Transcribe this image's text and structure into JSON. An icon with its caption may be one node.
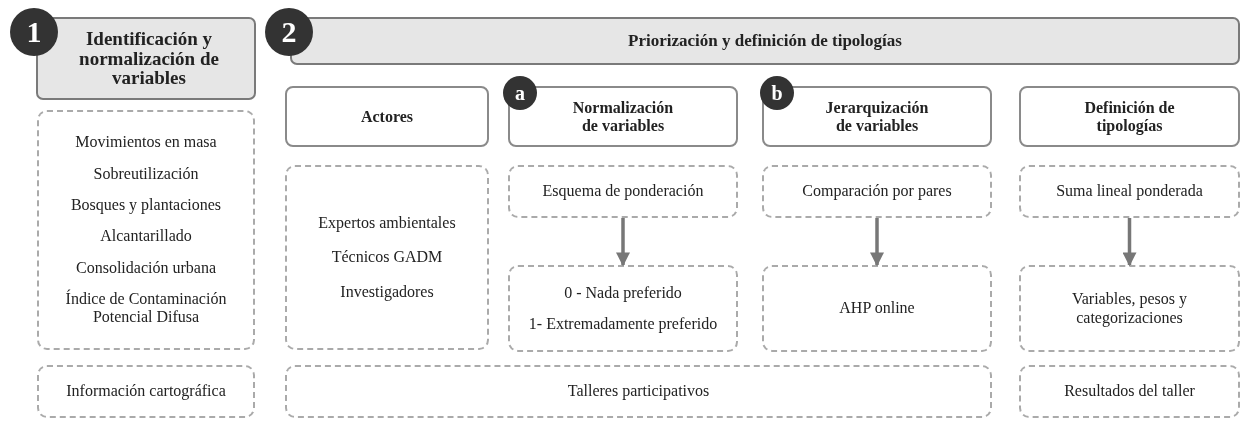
{
  "diagram": {
    "nodes": [
      {
        "text": [
          "1"
        ]
      },
      {
        "text": [
          "Identificación y normalización de variables"
        ]
      },
      {
        "text": [
          "Movimientos en masa",
          "Sobreutilización",
          "Bosques y plantaciones",
          "Alcantarillado",
          "Consolidación urbana",
          "Índice de Contaminación Potencial Difusa"
        ]
      },
      {
        "text": [
          "Información cartográfica"
        ]
      },
      {
        "text": [
          "2"
        ]
      },
      {
        "text": [
          "Priorización y definición de tipologías"
        ]
      },
      {
        "text": [
          "Actores"
        ]
      },
      {
        "text": [
          "a"
        ]
      },
      {
        "text": [
          "Normalización de variables"
        ]
      },
      {
        "text": [
          "b"
        ]
      },
      {
        "text": [
          "Jerarquización de variables"
        ]
      },
      {
        "text": [
          "Definición de tipologías"
        ]
      },
      {
        "text": [
          "Expertos ambientales",
          "Técnicos GADM",
          "Investigadores"
        ]
      },
      {
        "text": [
          "Esquema de ponderación"
        ]
      },
      {
        "text": [
          "0 - Nada preferido",
          "1- Extremadamente preferido"
        ]
      },
      {
        "text": [
          "Comparación por pares"
        ]
      },
      {
        "text": [
          "AHP online"
        ]
      },
      {
        "text": [
          "Suma lineal ponderada"
        ]
      },
      {
        "text": [
          "Variables, pesos y categorizaciones"
        ]
      },
      {
        "text": [
          "Talleres participativos"
        ]
      },
      {
        "text": [
          "Resultados del taller"
        ]
      }
    ],
    "edges": [
      {
        "from": 13,
        "to": 14,
        "arrow": "to"
      },
      {
        "from": 15,
        "to": 16,
        "arrow": "to"
      },
      {
        "from": 17,
        "to": 18,
        "arrow": "to"
      }
    ]
  }
}
